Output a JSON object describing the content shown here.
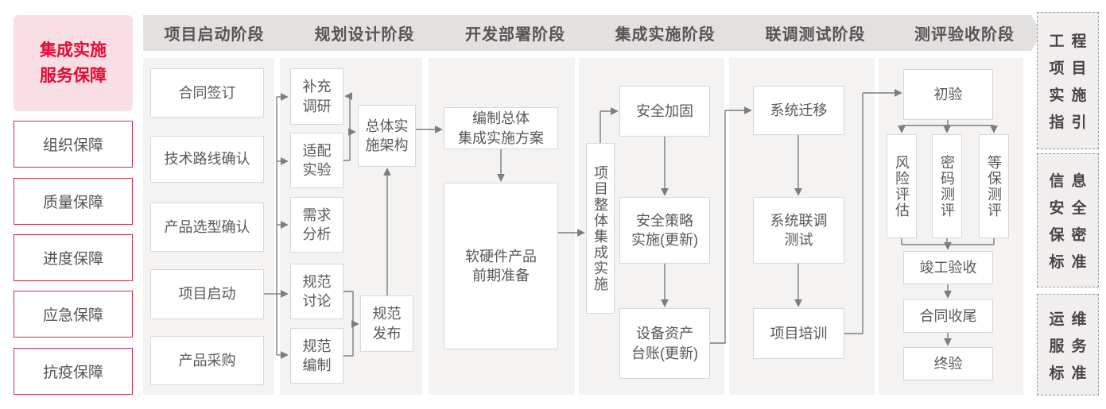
{
  "sidebar": {
    "title": "集成实施\n服务保障",
    "items": [
      {
        "label": "组织保障"
      },
      {
        "label": "质量保障"
      },
      {
        "label": "进度保障"
      },
      {
        "label": "应急保障"
      },
      {
        "label": "抗疫保障"
      }
    ]
  },
  "phases": [
    {
      "header": "项目启动阶段",
      "nodes": [
        {
          "label": "合同签订"
        },
        {
          "label": "技术路线确认"
        },
        {
          "label": "产品选型确认"
        },
        {
          "label": "项目启动"
        },
        {
          "label": "产品采购"
        }
      ]
    },
    {
      "header": "规划设计阶段",
      "nodes": [
        {
          "label": "补充\n调研"
        },
        {
          "label": "适配\n实验"
        },
        {
          "label": "需求\n分析"
        },
        {
          "label": "规范\n讨论"
        },
        {
          "label": "规范\n编制"
        },
        {
          "label": "总体实\n施架构"
        },
        {
          "label": "规范\n发布"
        }
      ]
    },
    {
      "header": "开发部署阶段",
      "nodes": [
        {
          "label": "编制总体\n集成实施方案"
        },
        {
          "label": "软硬件产品\n前期准备"
        }
      ]
    },
    {
      "header": "集成实施阶段",
      "nodes": [
        {
          "label": "项目整体集成实施",
          "orientation": "vertical"
        },
        {
          "label": "安全加固"
        },
        {
          "label": "安全策略\n实施(更新)"
        },
        {
          "label": "设备资产\n台账(更新)"
        }
      ]
    },
    {
      "header": "联调测试阶段",
      "nodes": [
        {
          "label": "系统迁移"
        },
        {
          "label": "系统联调\n测试"
        },
        {
          "label": "项目培训"
        }
      ]
    },
    {
      "header": "测评验收阶段",
      "nodes": [
        {
          "label": "初验"
        },
        {
          "label": "风险评估",
          "orientation": "vertical"
        },
        {
          "label": "密码测评",
          "orientation": "vertical"
        },
        {
          "label": "等保测评",
          "orientation": "vertical"
        },
        {
          "label": "竣工验收"
        },
        {
          "label": "合同收尾"
        },
        {
          "label": "终验"
        }
      ]
    }
  ],
  "standards": [
    {
      "label": "工程项目实施指引",
      "rows": [
        "工程",
        "项目",
        "实施",
        "指引"
      ]
    },
    {
      "label": "信息安全保密标准",
      "rows": [
        "信息",
        "安全",
        "保密",
        "标准"
      ]
    },
    {
      "label": "运维服务标准",
      "rows": [
        "运维",
        "服务",
        "标准"
      ]
    }
  ],
  "colors": {
    "accent_red": "#e60a32",
    "outline_red": "#c9304a",
    "pink_bg": "#f9dee3",
    "panel_bg": "#f4f3f2",
    "header_bg": "#e3e1e0",
    "box_border": "#d9d7d6",
    "text_gray": "#5a5857",
    "connector": "#7d7d7d"
  }
}
